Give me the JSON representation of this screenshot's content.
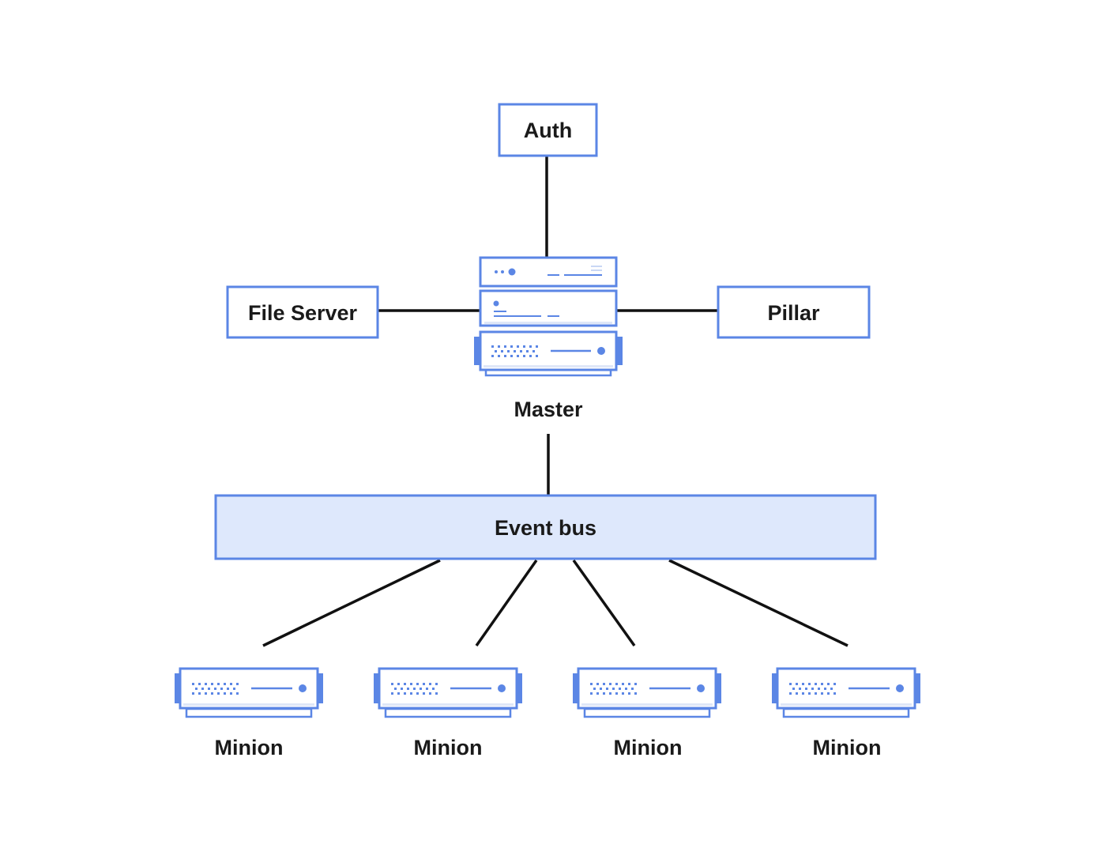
{
  "colors": {
    "accent": "#5B86E5",
    "accent_light": "#DEE8FC",
    "line": "#111111",
    "text": "#1a1a1a",
    "background": "#ffffff"
  },
  "nodes": {
    "auth": {
      "label": "Auth"
    },
    "file_server": {
      "label": "File Server"
    },
    "pillar": {
      "label": "Pillar"
    },
    "master": {
      "label": "Master",
      "icon": "server-stack-icon"
    },
    "event_bus": {
      "label": "Event bus"
    },
    "minions": [
      {
        "label": "Minion",
        "icon": "server-icon"
      },
      {
        "label": "Minion",
        "icon": "server-icon"
      },
      {
        "label": "Minion",
        "icon": "server-icon"
      },
      {
        "label": "Minion",
        "icon": "server-icon"
      }
    ]
  },
  "edges": [
    [
      "auth",
      "master"
    ],
    [
      "file_server",
      "master"
    ],
    [
      "master",
      "pillar"
    ],
    [
      "master",
      "event_bus"
    ],
    [
      "event_bus",
      "minion-1"
    ],
    [
      "event_bus",
      "minion-2"
    ],
    [
      "event_bus",
      "minion-3"
    ],
    [
      "event_bus",
      "minion-4"
    ]
  ]
}
